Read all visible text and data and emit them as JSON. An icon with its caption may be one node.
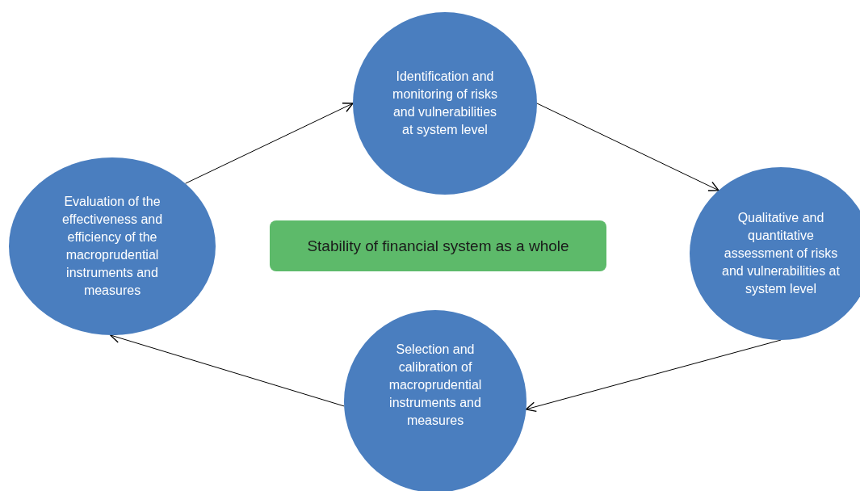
{
  "diagram": {
    "nodes": [
      {
        "text": [
          "Identification and monitoring of risks and vulnerabilities at system level"
        ]
      },
      {
        "text": [
          "Qualitative and quantitative assessment of risks and vulnerabilities at system level"
        ]
      },
      {
        "text": [
          "Selection and calibration of macroprudential instruments and measures"
        ]
      },
      {
        "text": [
          "Evaluation of the effectiveness and efficiency of the macroprudential instruments and measures"
        ]
      },
      {
        "text": [
          "Stability of financial system as a whole"
        ]
      }
    ],
    "edges": [
      {
        "from": 3,
        "to": 0,
        "arrow": "to"
      },
      {
        "from": 0,
        "to": 1,
        "arrow": "to"
      },
      {
        "from": 1,
        "to": 2,
        "arrow": "to"
      },
      {
        "from": 2,
        "to": 3,
        "arrow": "to"
      }
    ]
  }
}
